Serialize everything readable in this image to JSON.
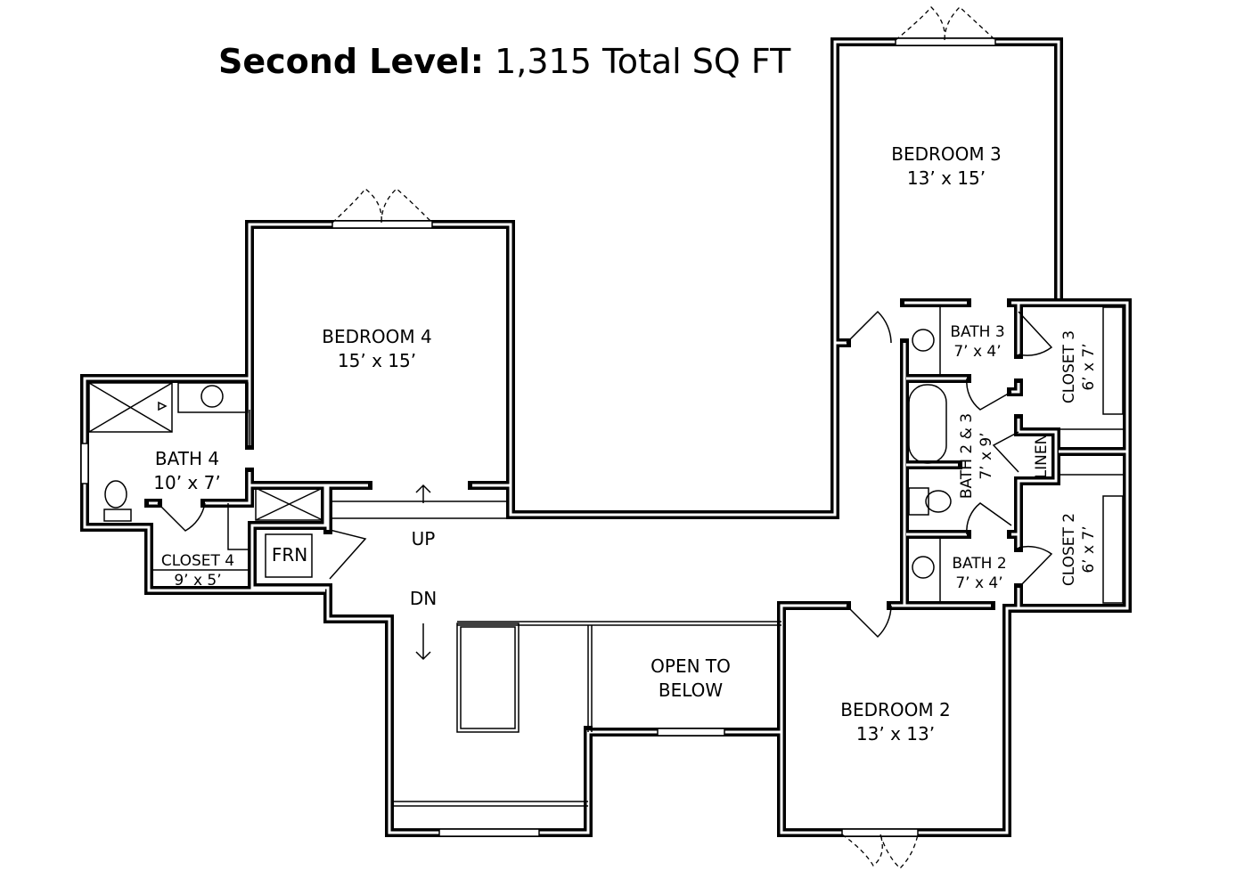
{
  "title": {
    "bold": "Second Level:",
    "regular": " 1,315 Total SQ FT"
  },
  "rooms": {
    "bedroom3": {
      "name": "BEDROOM 3",
      "size": "13’ x 15’"
    },
    "bedroom4": {
      "name": "BEDROOM 4",
      "size": "15’ x 15’"
    },
    "bedroom2": {
      "name": "BEDROOM 2",
      "size": "13’ x 13’"
    },
    "bath4": {
      "name": "BATH 4",
      "size": "10’ x 7’"
    },
    "closet4": {
      "name": "CLOSET 4",
      "size": "9’ x 5’"
    },
    "bath3": {
      "name": "BATH 3",
      "size": "7’ x 4’"
    },
    "bath2": {
      "name": "BATH 2",
      "size": "7’ x 4’"
    },
    "bath23": {
      "name": "BATH 2 & 3",
      "size": "7’ x 9’"
    },
    "closet3": {
      "name": "CLOSET 3",
      "size": "6’ x 7’"
    },
    "closet2": {
      "name": "CLOSET 2",
      "size": "6’ x 7’"
    },
    "linen": {
      "name": "LINEN"
    },
    "frn": {
      "name": "FRN"
    },
    "open": {
      "line1": "OPEN TO",
      "line2": "BELOW"
    }
  },
  "stairs": {
    "up": "UP",
    "down": "DN"
  }
}
